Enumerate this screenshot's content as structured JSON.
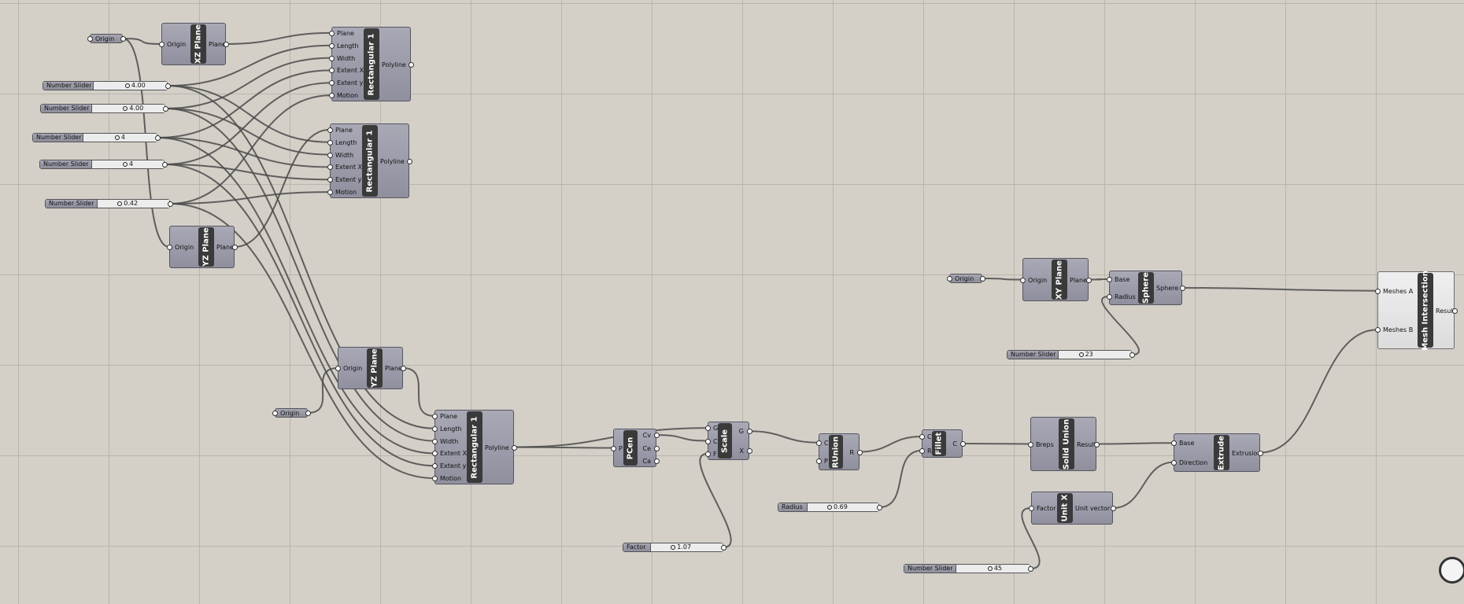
{
  "canvas": {
    "grid_color": "#b9b5ad",
    "background": "#d4d0c8",
    "component_fill": "#9a9aa8",
    "component_title_fill": "#3a3a3a",
    "wire_color": "#4a4a4a"
  },
  "params": [
    {
      "id": "origin1",
      "label": "Origin"
    },
    {
      "id": "origin2",
      "label": "Origin"
    },
    {
      "id": "origin3",
      "label": "Origin"
    }
  ],
  "sliders": [
    {
      "id": "s1",
      "label": "Number Slider",
      "value": "4.00"
    },
    {
      "id": "s2",
      "label": "Number Slider",
      "value": "4.00"
    },
    {
      "id": "s3",
      "label": "Number Slider",
      "value": "4"
    },
    {
      "id": "s4",
      "label": "Number Slider",
      "value": "4"
    },
    {
      "id": "s5",
      "label": "Number Slider",
      "value": "0.42"
    },
    {
      "id": "s6",
      "label": "Number Slider",
      "value": "23"
    },
    {
      "id": "s7",
      "label": "Radius",
      "value": "0.69"
    },
    {
      "id": "s8",
      "label": "Factor",
      "value": "1.07"
    },
    {
      "id": "s9",
      "label": "Number Slider",
      "value": "45"
    }
  ],
  "components": [
    {
      "id": "xzplane",
      "title": "XZ Plane",
      "inputs": [
        "Origin"
      ],
      "outputs": [
        "Plane"
      ]
    },
    {
      "id": "yzplane1",
      "title": "YZ Plane",
      "inputs": [
        "Origin"
      ],
      "outputs": [
        "Plane"
      ]
    },
    {
      "id": "yzplane2",
      "title": "YZ Plane",
      "inputs": [
        "Origin"
      ],
      "outputs": [
        "Plane"
      ]
    },
    {
      "id": "rect1",
      "title": "Rectangular 1",
      "inputs": [
        "Plane",
        "Length",
        "Width",
        "Extent X",
        "Extent y",
        "Motion"
      ],
      "outputs": [
        "Polyline"
      ]
    },
    {
      "id": "rect2",
      "title": "Rectangular 1",
      "inputs": [
        "Plane",
        "Length",
        "Width",
        "Extent X",
        "Extent y",
        "Motion"
      ],
      "outputs": [
        "Polyline"
      ]
    },
    {
      "id": "rect3",
      "title": "Rectangular 1",
      "inputs": [
        "Plane",
        "Length",
        "Width",
        "Extent X",
        "Extent y",
        "Motion"
      ],
      "outputs": [
        "Polyline"
      ]
    },
    {
      "id": "pcen",
      "title": "PCen",
      "inputs": [
        "P"
      ],
      "outputs": [
        "Cv",
        "Ce",
        "Ca"
      ]
    },
    {
      "id": "scale",
      "title": "Scale",
      "inputs": [
        "G",
        "C",
        "F"
      ],
      "outputs": [
        "G",
        "X"
      ]
    },
    {
      "id": "runion",
      "title": "RUnion",
      "inputs": [
        "C",
        "P"
      ],
      "outputs": [
        "R"
      ]
    },
    {
      "id": "fillet",
      "title": "Fillet",
      "inputs": [
        "C",
        "R"
      ],
      "outputs": [
        "C"
      ]
    },
    {
      "id": "solidunion",
      "title": "Solid Union",
      "inputs": [
        "Breps"
      ],
      "outputs": [
        "Result"
      ]
    },
    {
      "id": "extrude",
      "title": "Extrude",
      "inputs": [
        "Base",
        "Direction"
      ],
      "outputs": [
        "Extrusion"
      ]
    },
    {
      "id": "unitx",
      "title": "Unit X",
      "inputs": [
        "Factor"
      ],
      "outputs": [
        "Unit vector"
      ]
    },
    {
      "id": "xyplane",
      "title": "XY Plane",
      "inputs": [
        "Origin"
      ],
      "outputs": [
        "Plane"
      ]
    },
    {
      "id": "sphere",
      "title": "Sphere",
      "inputs": [
        "Base",
        "Radius"
      ],
      "outputs": [
        "Sphere"
      ]
    },
    {
      "id": "meshint",
      "title": "Mesh Intersection",
      "inputs": [
        "Meshes A",
        "Meshes B"
      ],
      "outputs": [
        "Result"
      ]
    }
  ]
}
